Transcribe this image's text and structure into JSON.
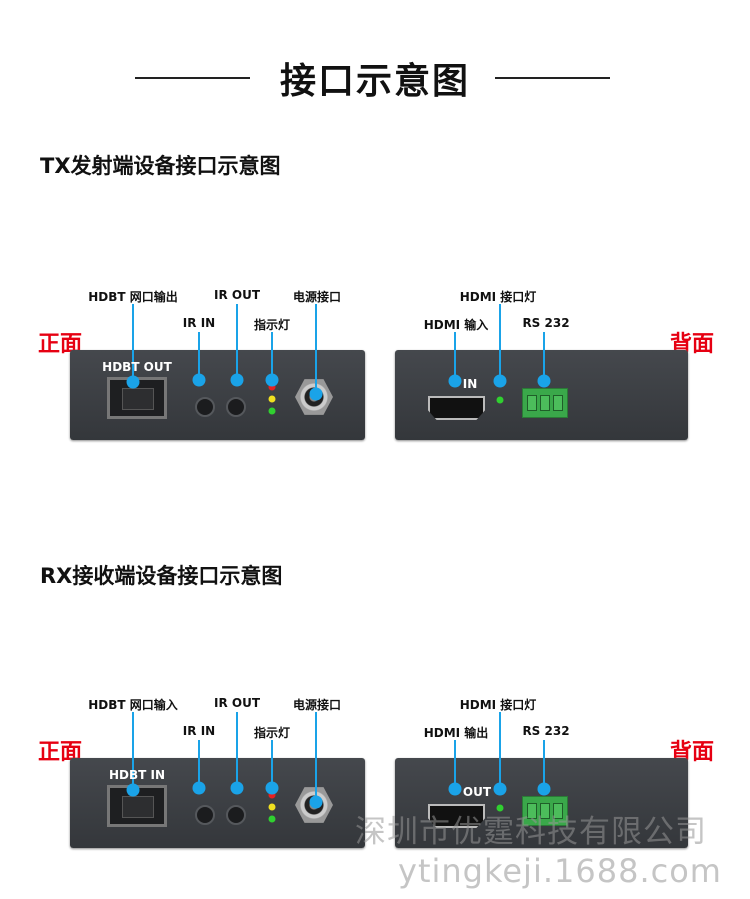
{
  "title": "接口示意图",
  "tx": {
    "heading": "TX发射端设备接口示意图",
    "front_side": "正面",
    "back_side": "背面",
    "labels": {
      "network": "HDBT 网口输出",
      "ir_in": "IR IN",
      "ir_out": "IR OUT",
      "indicator": "指示灯",
      "power": "电源接口",
      "hdmi_led": "HDMI 接口灯",
      "hdmi": "HDMI 输入",
      "rs232": "RS 232"
    },
    "port_text": "HDBT OUT",
    "hdmi_text": "IN"
  },
  "rx": {
    "heading": "RX接收端设备接口示意图",
    "front_side": "正面",
    "back_side": "背面",
    "labels": {
      "network": "HDBT 网口输入",
      "ir_in": "IR IN",
      "ir_out": "IR OUT",
      "indicator": "指示灯",
      "power": "电源接口",
      "hdmi_led": "HDMI 接口灯",
      "hdmi": "HDMI 输出",
      "rs232": "RS 232"
    },
    "port_text": "HDBT IN",
    "hdmi_text": "OUT"
  },
  "watermark": {
    "company": "深圳市优霆科技有限公司",
    "site": "ytingkeji.1688.com"
  },
  "colors": {
    "accent": "#1aa3e8",
    "side_label": "#e60012",
    "panel": "#3d4045"
  }
}
